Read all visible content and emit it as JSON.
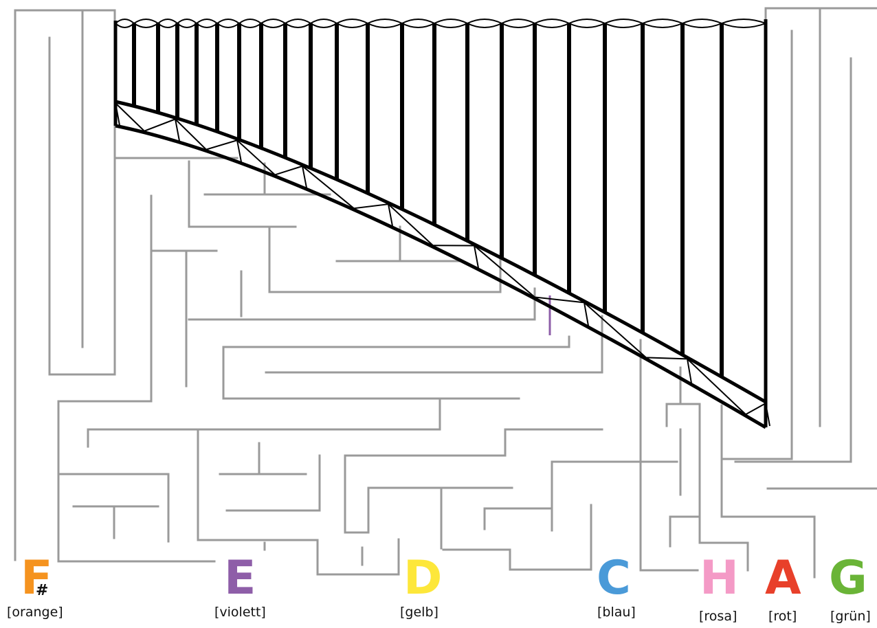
{
  "puzzle": {
    "line_color": "#9a9a9a",
    "ink_color": "#000000",
    "marker_color": "#8e5ea8"
  },
  "notes": [
    {
      "id": "f-sharp",
      "letter": "F",
      "accidental": "#",
      "caption": "[orange]",
      "color": "#f5931f"
    },
    {
      "id": "e",
      "letter": "E",
      "accidental": "",
      "caption": "[violett]",
      "color": "#8e5ea8"
    },
    {
      "id": "d",
      "letter": "D",
      "accidental": "",
      "caption": "[gelb]",
      "color": "#fde73a"
    },
    {
      "id": "c",
      "letter": "C",
      "accidental": "",
      "caption": "[blau]",
      "color": "#4a9ad8"
    },
    {
      "id": "h",
      "letter": "H",
      "accidental": "",
      "caption": "[rosa]",
      "color": "#f49ac6"
    },
    {
      "id": "a",
      "letter": "A",
      "accidental": "",
      "caption": "[rot]",
      "color": "#e8402a"
    },
    {
      "id": "g",
      "letter": "G",
      "accidental": "",
      "caption": "[grün]",
      "color": "#6ab437"
    }
  ]
}
